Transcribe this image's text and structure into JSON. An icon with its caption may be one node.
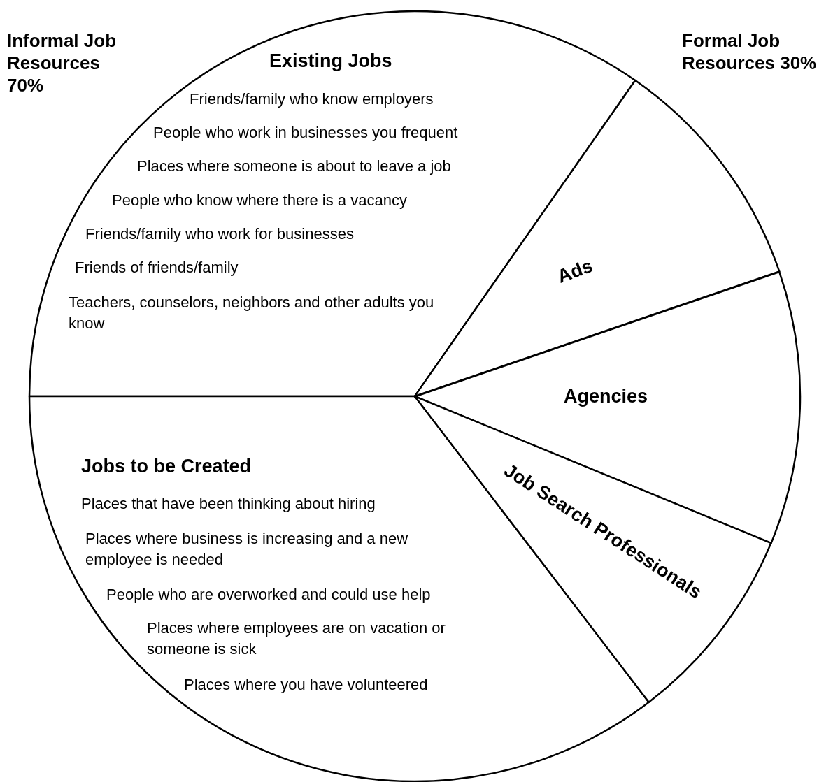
{
  "diagram": {
    "nodes": [
      {
        "text": [
          "Existing Jobs",
          "Friends/family who know employers",
          "People who work in businesses you frequent",
          "Places where someone is about to leave a job",
          "People who know where there is a vacancy",
          "Friends/family who work for businesses",
          "Friends of friends/family",
          "Teachers, counselors, neighbors and other adults you know"
        ]
      },
      {
        "text": [
          "Jobs to be Created",
          "Places that have been thinking about hiring",
          "Places where business is increasing and a new employee is needed",
          "People who are overworked and could use help",
          "Places where employees are on vacation or someone is sick",
          "Places where you have volunteered"
        ]
      },
      {
        "text": [
          "Ads"
        ]
      },
      {
        "text": [
          "Agencies"
        ]
      },
      {
        "text": [
          "Job Search Professionals"
        ]
      }
    ],
    "labels": [
      "Informal Job Resources 70%",
      "Formal Job Resources 30%"
    ]
  }
}
